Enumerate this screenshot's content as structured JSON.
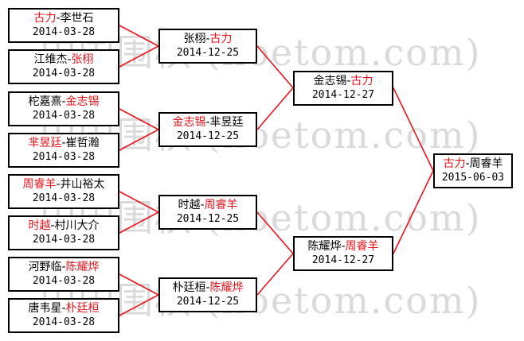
{
  "watermark": "中国围棋 (hoetom.com)",
  "colors": {
    "winner": "#e8141c",
    "line": "#e8141c",
    "border": "#000000"
  },
  "rounds": [
    [
      {
        "p1": "古力",
        "p2": "李世石",
        "winner": 1,
        "date": "2014-03-28"
      },
      {
        "p1": "江维杰",
        "p2": "张栩",
        "winner": 2,
        "date": "2014-03-28"
      },
      {
        "p1": "柁嘉熹",
        "p2": "金志锡",
        "winner": 2,
        "date": "2014-03-28"
      },
      {
        "p1": "芈昱廷",
        "p2": "崔哲瀚",
        "winner": 1,
        "date": "2014-03-28"
      },
      {
        "p1": "周睿羊",
        "p2": "井山裕太",
        "winner": 1,
        "date": "2014-03-28"
      },
      {
        "p1": "时越",
        "p2": "村川大介",
        "winner": 1,
        "date": "2014-03-28"
      },
      {
        "p1": "河野临",
        "p2": "陈耀烨",
        "winner": 2,
        "date": "2014-03-28"
      },
      {
        "p1": "唐韦星",
        "p2": "朴廷桓",
        "winner": 2,
        "date": "2014-03-28"
      }
    ],
    [
      {
        "p1": "张栩",
        "p2": "古力",
        "winner": 2,
        "date": "2014-12-25"
      },
      {
        "p1": "金志锡",
        "p2": "芈昱廷",
        "winner": 1,
        "date": "2014-12-25"
      },
      {
        "p1": "时越",
        "p2": "周睿羊",
        "winner": 2,
        "date": "2014-12-25"
      },
      {
        "p1": "朴廷桓",
        "p2": "陈耀烨",
        "winner": 2,
        "date": "2014-12-25"
      }
    ],
    [
      {
        "p1": "金志锡",
        "p2": "古力",
        "winner": 2,
        "date": "2014-12-27"
      },
      {
        "p1": "陈耀烨",
        "p2": "周睿羊",
        "winner": 2,
        "date": "2014-12-27"
      }
    ],
    [
      {
        "p1": "古力",
        "p2": "周睿羊",
        "winner": 1,
        "date": "2015-06-03"
      }
    ]
  ]
}
